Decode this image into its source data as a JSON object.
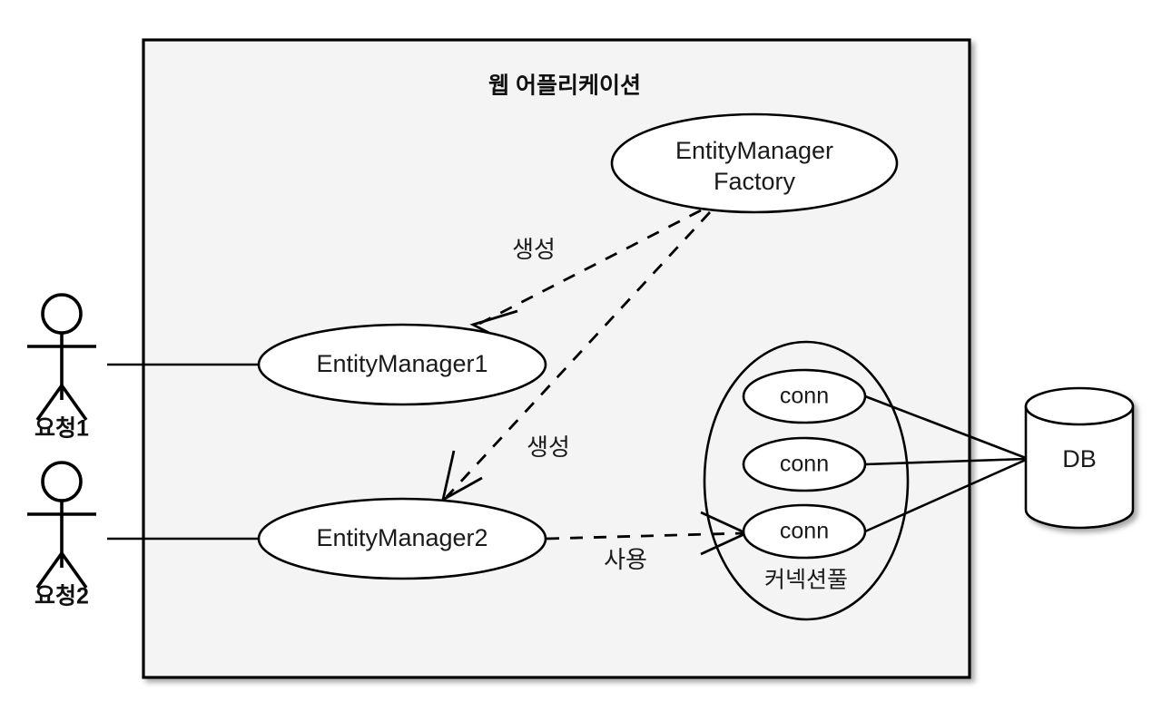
{
  "diagram": {
    "type": "uml-component-diagram",
    "container": {
      "title": "웹 어플리케이션",
      "fill": "#f4f4f4",
      "stroke": "#000000"
    },
    "actors": [
      {
        "label": "요청1"
      },
      {
        "label": "요청2"
      }
    ],
    "nodes": [
      {
        "id": "emf",
        "label_line1": "EntityManager",
        "label_line2": "Factory"
      },
      {
        "id": "em1",
        "label": "EntityManager1"
      },
      {
        "id": "em2",
        "label": "EntityManager2"
      },
      {
        "id": "conn1",
        "label": "conn"
      },
      {
        "id": "conn2",
        "label": "conn"
      },
      {
        "id": "conn3",
        "label": "conn"
      },
      {
        "id": "pool",
        "label": "커넥션풀"
      },
      {
        "id": "db",
        "label": "DB"
      }
    ],
    "edges": [
      {
        "from": "emf",
        "to": "em1",
        "label": "생성",
        "style": "dashed"
      },
      {
        "from": "emf",
        "to": "em2",
        "label": "생성",
        "style": "dashed"
      },
      {
        "from": "em2",
        "to": "conn3",
        "label": "사용",
        "style": "dashed"
      },
      {
        "from": "conn1",
        "to": "db",
        "label": "",
        "style": "solid"
      },
      {
        "from": "conn2",
        "to": "db",
        "label": "",
        "style": "solid"
      },
      {
        "from": "conn3",
        "to": "db",
        "label": "",
        "style": "solid"
      },
      {
        "from": "actor1",
        "to": "em1",
        "label": "",
        "style": "solid"
      },
      {
        "from": "actor2",
        "to": "em2",
        "label": "",
        "style": "solid"
      }
    ]
  }
}
